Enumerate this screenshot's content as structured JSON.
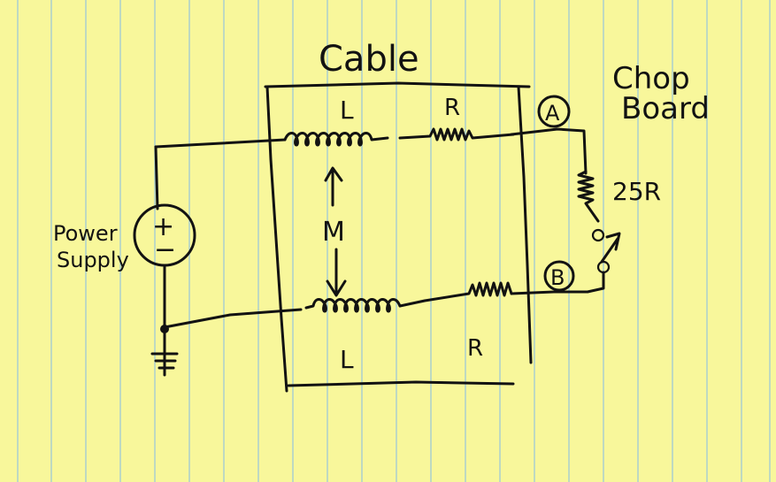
{
  "labels": {
    "cable": "Cable",
    "chop": "Chop",
    "board": "Board",
    "inductor_top": "L",
    "inductor_bottom": "L",
    "resistor_top": "R",
    "resistor_bottom": "R",
    "mutual": "M",
    "node_a": "A",
    "node_b": "B",
    "load": "25R",
    "power_line1": "Power",
    "power_line2": "Supply",
    "plus": "+",
    "minus": "−"
  },
  "colors": {
    "paper": "#f8f79b",
    "rule_lines": "#9fc9d6",
    "ink": "#121212"
  }
}
